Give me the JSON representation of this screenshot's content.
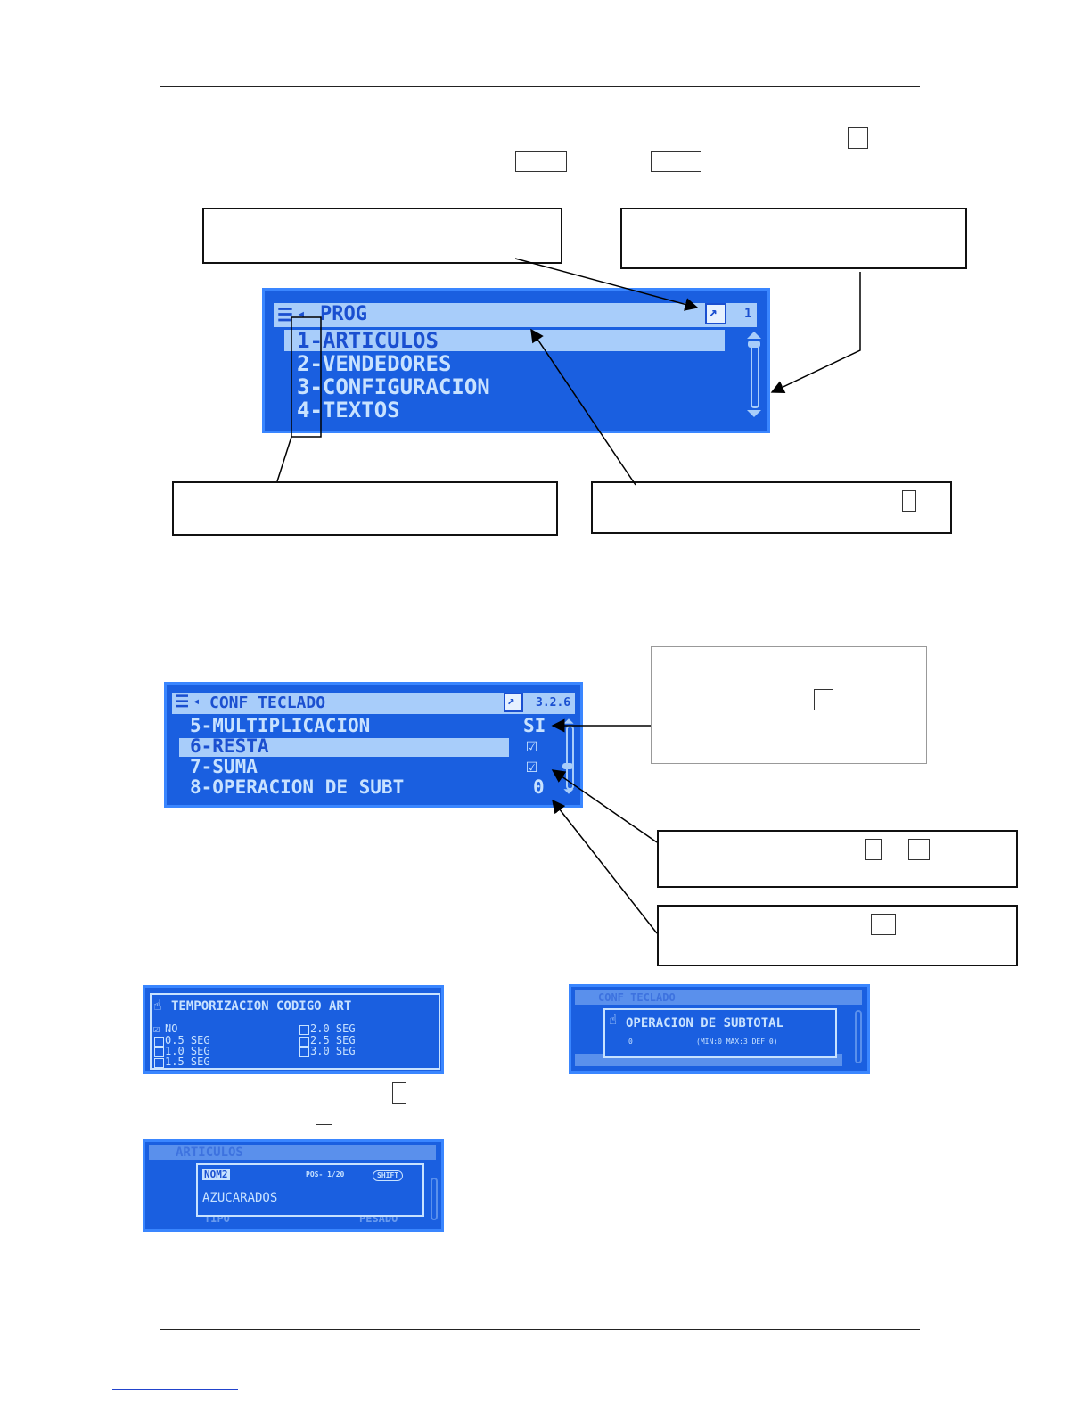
{
  "screen1": {
    "title": "PROG",
    "page": "1",
    "items": [
      "1-ARTICULOS",
      "2-VENDEDORES",
      "3-CONFIGURACION",
      "4-TEXTOS"
    ]
  },
  "screen2": {
    "title": "CONF TECLADO",
    "page": "3.2.6",
    "rows": [
      {
        "label": "5-MULTIPLICACION",
        "value": "SI"
      },
      {
        "label": "6-RESTA",
        "value": "☑"
      },
      {
        "label": "7-SUMA",
        "value": "☑"
      },
      {
        "label": "8-OPERACION DE SUBT",
        "value": "0"
      }
    ]
  },
  "screen3": {
    "title": "TEMPORIZACION CODIGO ART",
    "left_options": [
      "NO",
      "0.5 SEG",
      "1.0 SEG",
      "1.5 SEG"
    ],
    "right_options": [
      "2.0 SEG",
      "2.5 SEG",
      "3.0 SEG"
    ]
  },
  "screen4": {
    "bg_title": "CONF TECLADO",
    "dialog_title": "OPERACION DE SUBTOTAL",
    "dialog_value": "0",
    "dialog_range": "(MIN:0 MAX:3 DEF:0)"
  },
  "screen5": {
    "bg_title": "ARTICULOS",
    "field_label": "NOM2",
    "pos": "POS- 1/20",
    "shift": "SHIFT",
    "value": "AZUCARADOS",
    "bg_bottom_left": "TIPO",
    "bg_bottom_right": "PESADO"
  },
  "colors": {
    "lcd_bg": "#1a5fe0",
    "lcd_fg": "#c8e2ff",
    "lcd_highlight": "#a8cdfa"
  }
}
